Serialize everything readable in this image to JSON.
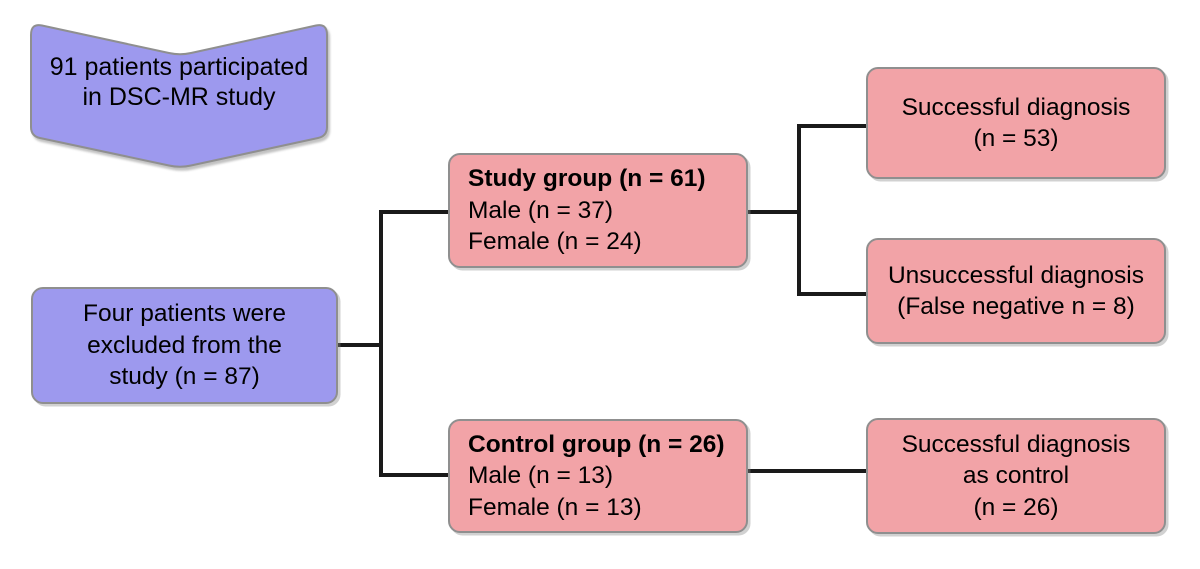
{
  "figure": {
    "type": "flowchart",
    "description": "Patient flow diagram of DSC-MR study"
  },
  "colors": {
    "purple_fill": "#9d99ee",
    "pink_fill": "#f2a3a7",
    "box_border": "#8f8f8f",
    "connector": "#1a1a1a",
    "text": "#000000"
  },
  "nodes": {
    "participants": {
      "shape": "chevron-banner",
      "lines": [
        "91 patients participated",
        "in DSC-MR study"
      ]
    },
    "excluded": {
      "shape": "rounded-rect",
      "lines": [
        "Four patients were",
        "excluded from the",
        "study (n = 87)"
      ]
    },
    "study_group": {
      "shape": "rounded-rect",
      "title": "Study group (n = 61)",
      "lines": [
        "Male (n = 37)",
        "Female (n = 24)"
      ]
    },
    "successful": {
      "shape": "rounded-rect",
      "lines": [
        "Successful diagnosis",
        "(n = 53)"
      ]
    },
    "unsuccessful": {
      "shape": "rounded-rect",
      "lines": [
        "Unsuccessful diagnosis",
        "(False negative n = 8)"
      ]
    },
    "control_group": {
      "shape": "rounded-rect",
      "title": "Control group (n = 26)",
      "lines": [
        "Male (n = 13)",
        "Female (n = 13)"
      ]
    },
    "control_success": {
      "shape": "rounded-rect",
      "lines": [
        "Successful diagnosis",
        "as control",
        "(n = 26)"
      ]
    }
  },
  "edges": [
    {
      "from": "excluded",
      "to": "study_group"
    },
    {
      "from": "excluded",
      "to": "control_group"
    },
    {
      "from": "study_group",
      "to": "successful"
    },
    {
      "from": "study_group",
      "to": "unsuccessful"
    },
    {
      "from": "control_group",
      "to": "control_success"
    }
  ]
}
